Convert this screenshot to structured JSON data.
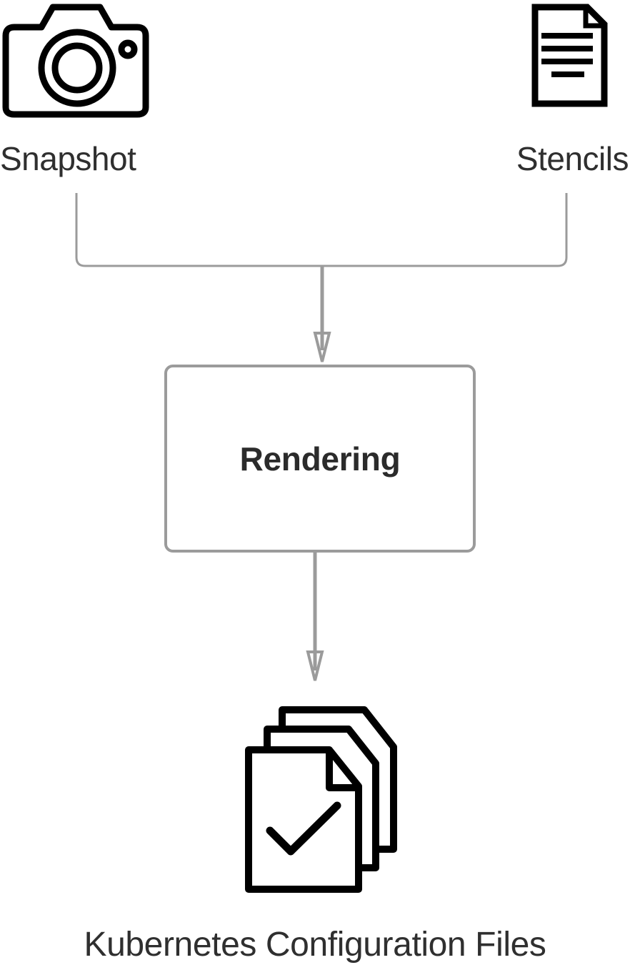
{
  "inputs": {
    "snapshot": {
      "label": "Snapshot",
      "icon": "camera-icon"
    },
    "stencils": {
      "label": "Stencils",
      "icon": "document-icon"
    }
  },
  "process": {
    "label": "Rendering"
  },
  "output": {
    "label": "Kubernetes Configuration Files",
    "icon": "checked-files-stack-icon"
  },
  "colors": {
    "connector": "#9b9b9b",
    "icon": "#000000",
    "text": "#2b2b2b"
  }
}
